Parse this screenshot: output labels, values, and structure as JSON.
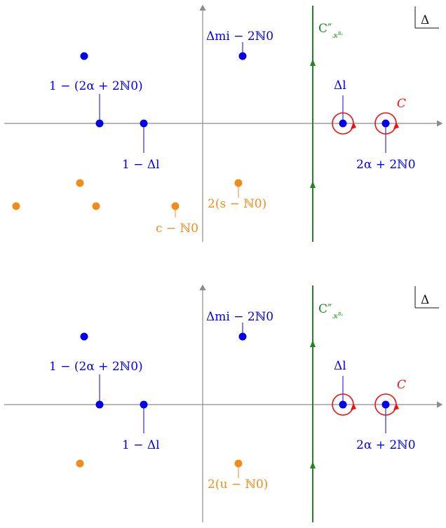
{
  "colors": {
    "axis": "#8c8c8c",
    "blue": "#0000ee",
    "orange": "#f08c1a",
    "green": "#1a8a1a",
    "red": "#ee1111"
  },
  "panels": [
    {
      "corner_symbol": "Δ",
      "contour_label": "C″",
      "contour_subscript": "𝒦^{R₁}",
      "blue_labels": {
        "delta_mi": "Δmi − 2ℕ0",
        "one_minus_two_alpha": "1 − (2α + 2ℕ0)",
        "one_minus_delta_l": "1 − Δl",
        "delta_l": "Δl",
        "two_alpha": "2α + 2ℕ0"
      },
      "orange_labels": {
        "upper": "2(s − ℕ0)",
        "lower": "c − ℕ0"
      },
      "red_label": "C"
    },
    {
      "corner_symbol": "Δ",
      "contour_label": "C″",
      "contour_subscript": "𝒦^{R₂}",
      "blue_labels": {
        "delta_mi": "Δmi − 2ℕ0",
        "one_minus_two_alpha": "1 − (2α + 2ℕ0)",
        "one_minus_delta_l": "1 − Δl",
        "delta_l": "Δl",
        "two_alpha": "2α + 2ℕ0"
      },
      "orange_labels": {
        "upper": "2(u − ℕ0)"
      },
      "red_label": "C"
    }
  ]
}
